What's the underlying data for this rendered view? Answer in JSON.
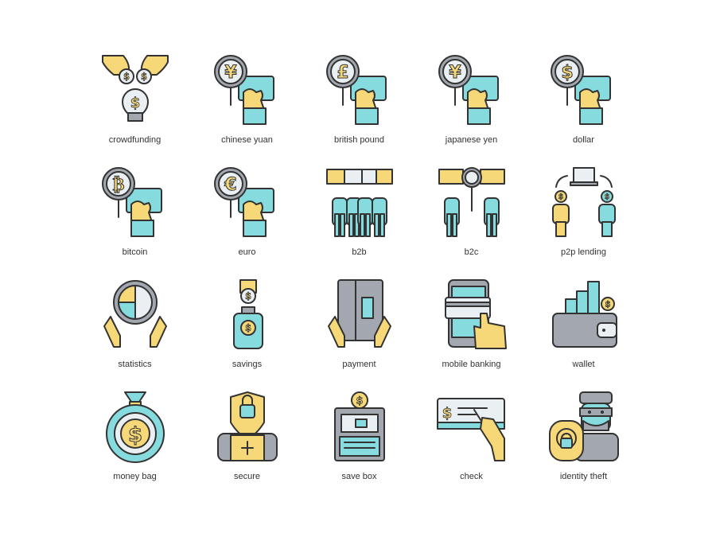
{
  "colors": {
    "outline": "#333333",
    "yellow": "#f6d878",
    "cyan": "#86dbdf",
    "grey": "#a3a8b0",
    "light": "#e9eff3"
  },
  "icons": [
    {
      "name": "crowdfunding",
      "icon": "crowdfunding-icon",
      "label": "crowdfunding"
    },
    {
      "name": "chinese-yuan",
      "icon": "yuan-magnifier-icon",
      "label": "chinese yuan",
      "symbol": "¥"
    },
    {
      "name": "british-pound",
      "icon": "pound-magnifier-icon",
      "label": "british pound",
      "symbol": "£"
    },
    {
      "name": "japanese-yen",
      "icon": "yen-magnifier-icon",
      "label": "japanese yen",
      "symbol": "¥"
    },
    {
      "name": "dollar",
      "icon": "dollar-magnifier-icon",
      "label": "dollar",
      "symbol": "$"
    },
    {
      "name": "bitcoin",
      "icon": "bitcoin-magnifier-icon",
      "label": "bitcoin",
      "symbol": "₿"
    },
    {
      "name": "euro",
      "icon": "euro-magnifier-icon",
      "label": "euro",
      "symbol": "€"
    },
    {
      "name": "b2b",
      "icon": "b2b-puzzle-icon",
      "label": "b2b"
    },
    {
      "name": "b2c",
      "icon": "b2c-puzzle-icon",
      "label": "b2c"
    },
    {
      "name": "p2p-lending",
      "icon": "p2p-lending-icon",
      "label": "p2p lending"
    },
    {
      "name": "statistics",
      "icon": "statistics-pie-hands-icon",
      "label": "statistics"
    },
    {
      "name": "savings",
      "icon": "savings-jar-icon",
      "label": "savings"
    },
    {
      "name": "payment",
      "icon": "payment-terminal-icon",
      "label": "payment"
    },
    {
      "name": "mobile-banking",
      "icon": "mobile-banking-icon",
      "label": "mobile banking"
    },
    {
      "name": "wallet",
      "icon": "wallet-icon",
      "label": "wallet"
    },
    {
      "name": "money-bag",
      "icon": "money-bag-icon",
      "label": "money bag"
    },
    {
      "name": "secure",
      "icon": "secure-shield-icon",
      "label": "secure"
    },
    {
      "name": "save-box",
      "icon": "save-box-icon",
      "label": "save box"
    },
    {
      "name": "check",
      "icon": "check-pen-icon",
      "label": "check"
    },
    {
      "name": "identity-theft",
      "icon": "identity-theft-icon",
      "label": "identity theft"
    }
  ]
}
